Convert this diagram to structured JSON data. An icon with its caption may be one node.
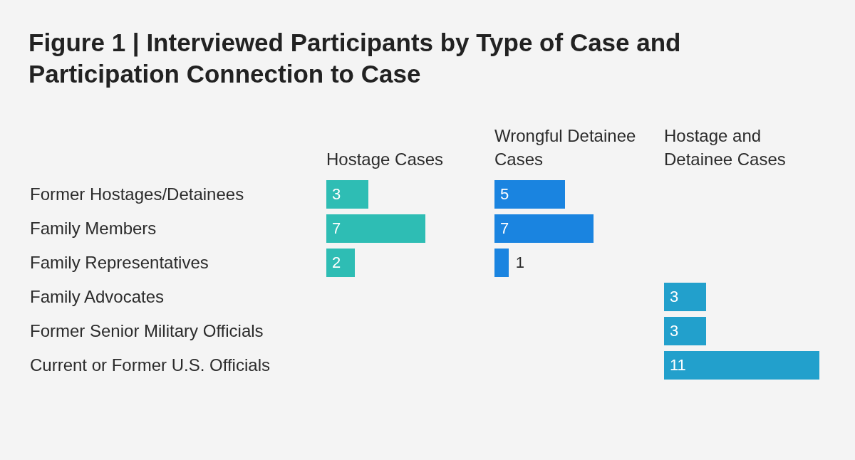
{
  "diagram": {
    "title": "Figure 1 | Interviewed Participants by Type of Case and Participation Connection to Case",
    "labels": [
      "Hostage Cases",
      "Wrongful Detainee Cases",
      "Hostage and Detainee Cases",
      "Former Hostages/Detainees",
      "3",
      "5",
      "Family Members",
      "7",
      "7",
      "Family Representatives",
      "2",
      "1",
      "Family Advocates",
      "3",
      "Former Senior Military Officials",
      "3",
      "Current or Former U.S. Officials",
      "11"
    ]
  }
}
